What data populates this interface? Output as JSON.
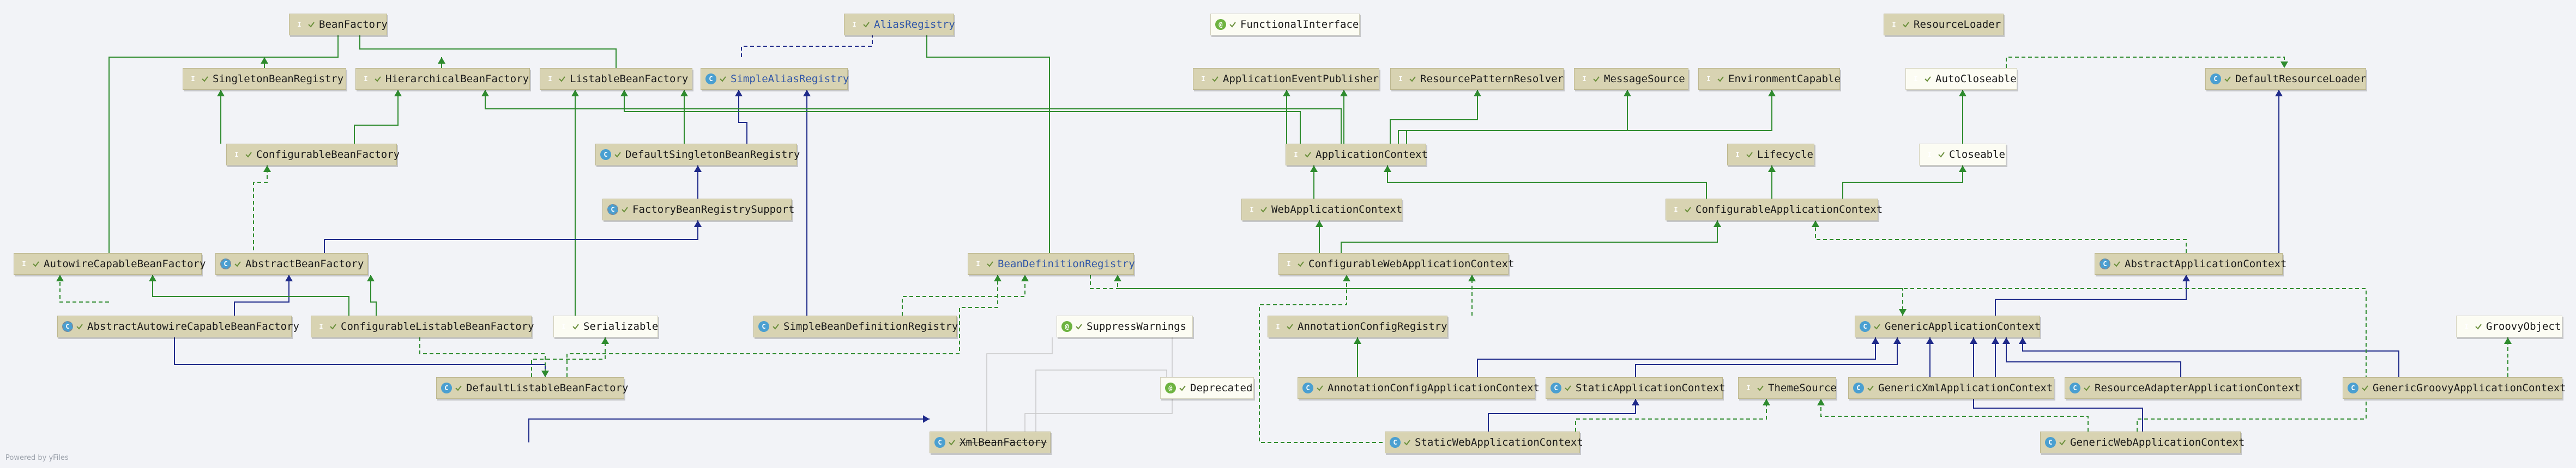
{
  "watermark": "Powered by yFiles",
  "nodes": {
    "BeanFactory": {
      "label": "BeanFactory",
      "kind": "i"
    },
    "AliasRegistry": {
      "label": "AliasRegistry",
      "kind": "i"
    },
    "FunctionalInterface": {
      "label": "FunctionalInterface",
      "kind": "an"
    },
    "ResourceLoader": {
      "label": "ResourceLoader",
      "kind": "i"
    },
    "SingletonBeanRegistry": {
      "label": "SingletonBeanRegistry",
      "kind": "i"
    },
    "HierarchicalBeanFactory": {
      "label": "HierarchicalBeanFactory",
      "kind": "i"
    },
    "ListableBeanFactory": {
      "label": "ListableBeanFactory",
      "kind": "i"
    },
    "SimpleAliasRegistry": {
      "label": "SimpleAliasRegistry",
      "kind": "c"
    },
    "ApplicationEventPublisher": {
      "label": "ApplicationEventPublisher",
      "kind": "i"
    },
    "ResourcePatternResolver": {
      "label": "ResourcePatternResolver",
      "kind": "i"
    },
    "MessageSource": {
      "label": "MessageSource",
      "kind": "i"
    },
    "EnvironmentCapable": {
      "label": "EnvironmentCapable",
      "kind": "i"
    },
    "AutoCloseable": {
      "label": "AutoCloseable",
      "kind": "i"
    },
    "DefaultResourceLoader": {
      "label": "DefaultResourceLoader",
      "kind": "c"
    },
    "ConfigurableBeanFactory": {
      "label": "ConfigurableBeanFactory",
      "kind": "i"
    },
    "DefaultSingletonBeanRegistry": {
      "label": "DefaultSingletonBeanRegistry",
      "kind": "c"
    },
    "ApplicationContext": {
      "label": "ApplicationContext",
      "kind": "i"
    },
    "Lifecycle": {
      "label": "Lifecycle",
      "kind": "i"
    },
    "Closeable": {
      "label": "Closeable",
      "kind": "i"
    },
    "FactoryBeanRegistrySupport": {
      "label": "FactoryBeanRegistrySupport",
      "kind": "a"
    },
    "WebApplicationContext": {
      "label": "WebApplicationContext",
      "kind": "i"
    },
    "ConfigurableApplicationContext": {
      "label": "ConfigurableApplicationContext",
      "kind": "i"
    },
    "AutowireCapableBeanFactory": {
      "label": "AutowireCapableBeanFactory",
      "kind": "i"
    },
    "AbstractBeanFactory": {
      "label": "AbstractBeanFactory",
      "kind": "a"
    },
    "BeanDefinitionRegistry": {
      "label": "BeanDefinitionRegistry",
      "kind": "i"
    },
    "ConfigurableWebApplicationContext": {
      "label": "ConfigurableWebApplicationContext",
      "kind": "i"
    },
    "AbstractApplicationContext": {
      "label": "AbstractApplicationContext",
      "kind": "a"
    },
    "AbstractAutowireCapableBeanFactory": {
      "label": "AbstractAutowireCapableBeanFactory",
      "kind": "a"
    },
    "ConfigurableListableBeanFactory": {
      "label": "ConfigurableListableBeanFactory",
      "kind": "i"
    },
    "Serializable": {
      "label": "Serializable",
      "kind": "i"
    },
    "SimpleBeanDefinitionRegistry": {
      "label": "SimpleBeanDefinitionRegistry",
      "kind": "c"
    },
    "SuppressWarnings": {
      "label": "SuppressWarnings",
      "kind": "an"
    },
    "AnnotationConfigRegistry": {
      "label": "AnnotationConfigRegistry",
      "kind": "i"
    },
    "GenericApplicationContext": {
      "label": "GenericApplicationContext",
      "kind": "c"
    },
    "GroovyObject": {
      "label": "GroovyObject",
      "kind": "i"
    },
    "DefaultListableBeanFactory": {
      "label": "DefaultListableBeanFactory",
      "kind": "c"
    },
    "Deprecated": {
      "label": "Deprecated",
      "kind": "an"
    },
    "AnnotationConfigApplicationContext": {
      "label": "AnnotationConfigApplicationContext",
      "kind": "c"
    },
    "StaticApplicationContext": {
      "label": "StaticApplicationContext",
      "kind": "c"
    },
    "ThemeSource": {
      "label": "ThemeSource",
      "kind": "i"
    },
    "GenericXmlApplicationContext": {
      "label": "GenericXmlApplicationContext",
      "kind": "c"
    },
    "ResourceAdapterApplicationContext": {
      "label": "ResourceAdapterApplicationContext",
      "kind": "c"
    },
    "GenericGroovyApplicationContext": {
      "label": "GenericGroovyApplicationContext",
      "kind": "c"
    },
    "XmlBeanFactory": {
      "label": "XmlBeanFactory",
      "kind": "c"
    },
    "StaticWebApplicationContext": {
      "label": "StaticWebApplicationContext",
      "kind": "c"
    },
    "GenericWebApplicationContext": {
      "label": "GenericWebApplicationContext",
      "kind": "c"
    }
  },
  "colors": {
    "interface_extends": "#2e8b2e",
    "class_extends": "#1f2a8a",
    "annotation": "#c8c8c8"
  }
}
